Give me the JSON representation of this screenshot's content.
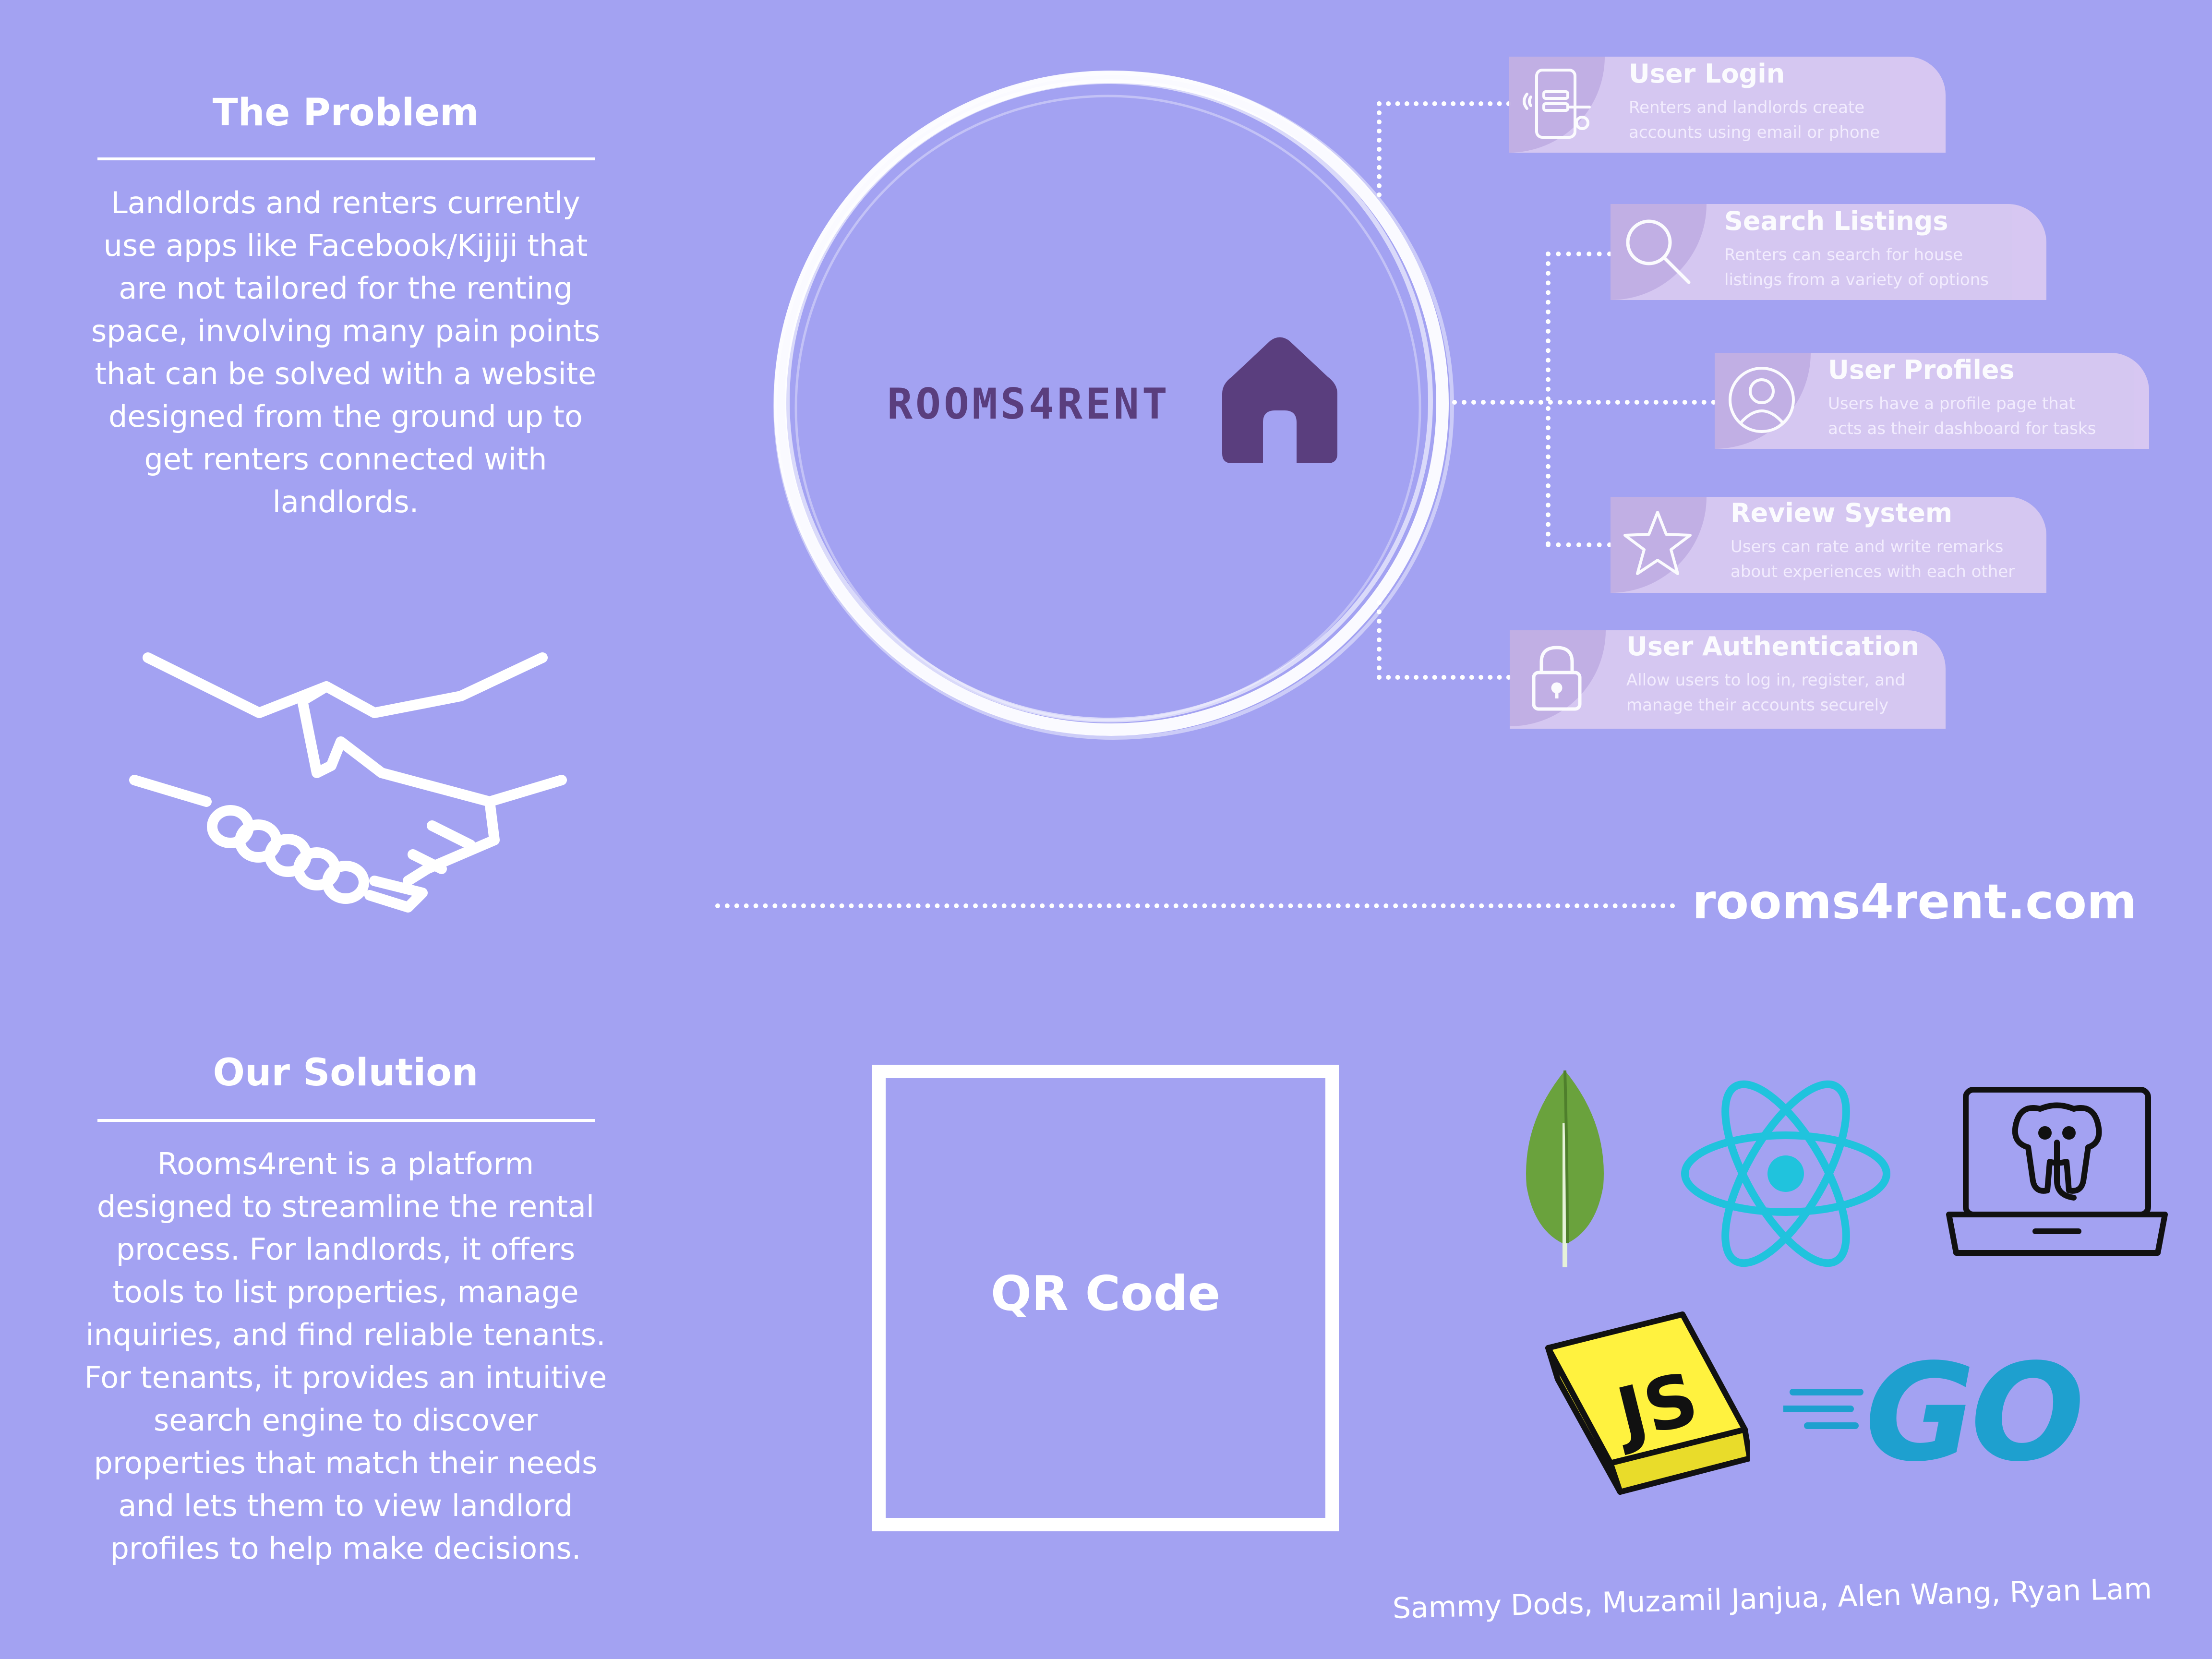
{
  "problem": {
    "heading": "The Problem",
    "body": "Landlords and renters currently\nuse apps like Facebook/Kijiji that\nare not tailored for the renting\nspace, involving many pain points\nthat can be solved with a website\ndesigned from the ground up to\nget renters connected with\nlandlords."
  },
  "solution": {
    "heading": "Our Solution",
    "body": "Rooms4rent is a platform\ndesigned to streamline the rental\nprocess. For landlords, it offers\ntools to list properties, manage\ninquiries, and find reliable tenants.\nFor tenants, it provides an intuitive\nsearch engine to discover\nproperties that match their needs\nand lets them to view landlord\nprofiles to help make decisions."
  },
  "logo": {
    "text": "ROOMS4RENT",
    "icon": "house-icon"
  },
  "features": [
    {
      "title": "User Login",
      "desc": "Renters and landlords create\naccounts using email or phone",
      "icon": "phone-login-icon"
    },
    {
      "title": "Search Listings",
      "desc": "Renters can search for house\nlistings from a variety of options",
      "icon": "search-icon"
    },
    {
      "title": "User Profiles",
      "desc": "Users have a profile page that\nacts as their dashboard for tasks",
      "icon": "user-icon"
    },
    {
      "title": "Review System",
      "desc": "Users can rate and write remarks\nabout experiences with each other",
      "icon": "star-icon"
    },
    {
      "title": "User Authentication",
      "desc": "Allow users to log in, register, and\nmanage their accounts securely",
      "icon": "lock-icon"
    }
  ],
  "website": "rooms4rent.com",
  "qr": {
    "label": "QR Code"
  },
  "tech_icons": [
    "mongodb-icon",
    "react-icon",
    "postgresql-icon",
    "javascript-icon",
    "go-icon"
  ],
  "tech_text": {
    "js": "JS",
    "go": "GO"
  },
  "authors": "Sammy Dods, Muzamil Janjua, Alen Wang, Ryan Lam",
  "colors": {
    "background": "#a3a2f2",
    "feature_card": "#d8c9f1",
    "logo_purple": "#5a3e7e",
    "mongo_green": "#6aa23d",
    "react_cyan": "#20c3dd",
    "js_yellow": "#fff23f",
    "go_blue": "#1ea0cf"
  }
}
